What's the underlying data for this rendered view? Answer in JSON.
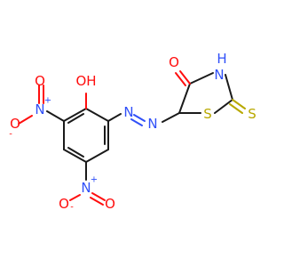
{
  "colors": {
    "carbon_bond": "#1a1a1a",
    "oxygen": "#ff0d0d",
    "nitrogen": "#3050f8",
    "sulfur": "#b8a800"
  },
  "atoms": {
    "oh": {
      "text": "OH",
      "element": "O"
    },
    "o_carbonyl": {
      "text": "O",
      "element": "O"
    },
    "nh": {
      "text": "N",
      "element": "N"
    },
    "nh_h": {
      "text": "H",
      "element": "N"
    },
    "azo_n1": {
      "text": "N",
      "element": "N"
    },
    "azo_n2": {
      "text": "N",
      "element": "N"
    },
    "s_ring": {
      "text": "S",
      "element": "S"
    },
    "s_thione": {
      "text": "S",
      "element": "S"
    },
    "nitro1_n": {
      "text": "N",
      "element": "N",
      "charge": "+"
    },
    "nitro1_o_top": {
      "text": "O",
      "element": "O"
    },
    "nitro1_o_left": {
      "text": "O",
      "element": "O",
      "charge": "-"
    },
    "nitro2_n": {
      "text": "N",
      "element": "N",
      "charge": "+"
    },
    "nitro2_o_right": {
      "text": "O",
      "element": "O"
    },
    "nitro2_o_bottom": {
      "text": "O",
      "element": "O",
      "charge": "-"
    }
  }
}
